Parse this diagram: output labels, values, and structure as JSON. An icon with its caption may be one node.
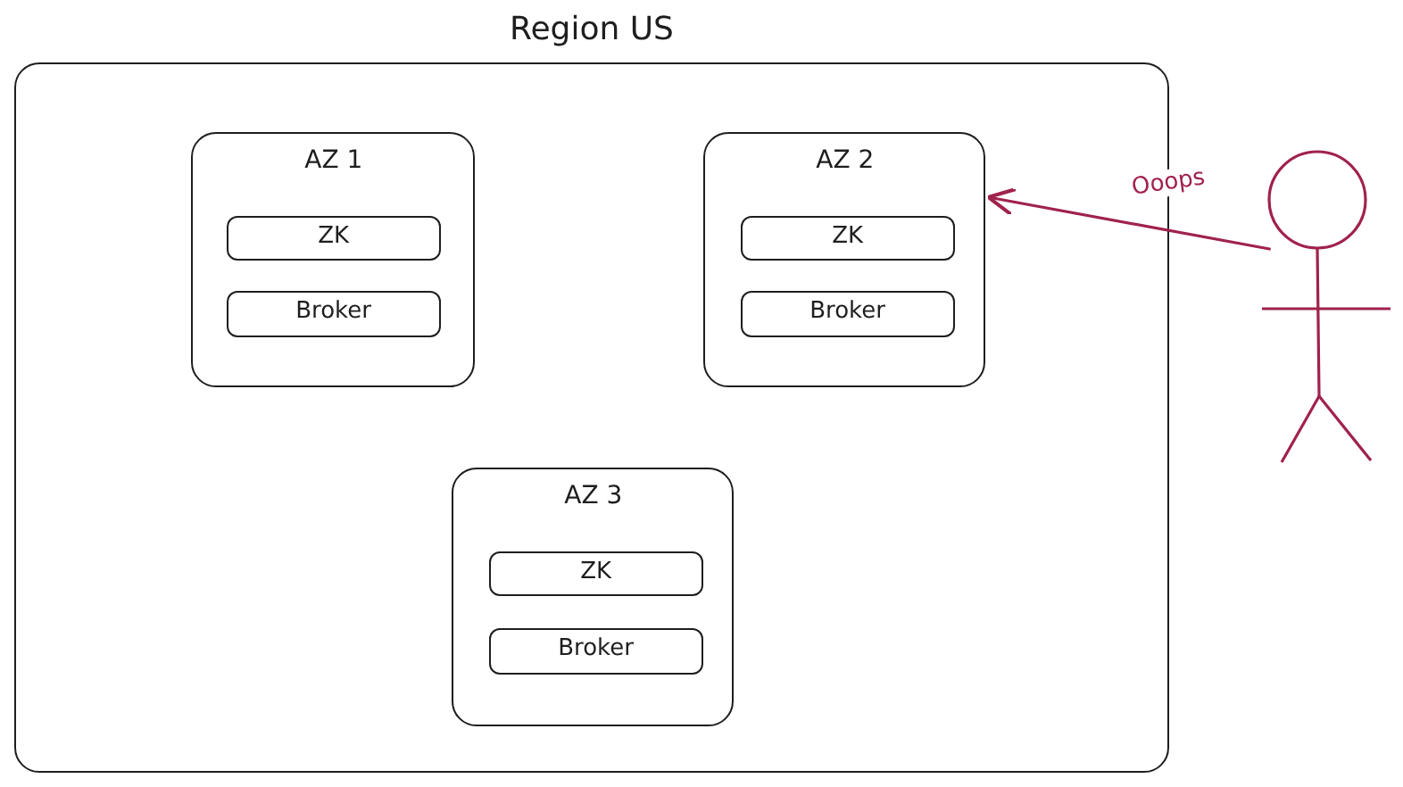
{
  "diagram": {
    "nodes": [
      {
        "text": [
          "Region US"
        ]
      },
      {
        "text": [
          "AZ 1"
        ],
        "in": 0
      },
      {
        "text": [
          "ZK"
        ],
        "in": 1
      },
      {
        "text": [
          "Broker"
        ],
        "in": 1
      },
      {
        "text": [
          "AZ 2"
        ],
        "in": 0
      },
      {
        "text": [
          "ZK"
        ],
        "in": 4
      },
      {
        "text": [
          "Broker"
        ],
        "in": 4
      },
      {
        "text": [
          "AZ 3"
        ],
        "in": 0
      },
      {
        "text": [
          "ZK"
        ],
        "in": 7
      },
      {
        "text": [
          "Broker"
        ],
        "in": 7
      },
      {
        "text": [],
        "shape": "person"
      }
    ],
    "edges": [
      {
        "from": 10,
        "to": 4,
        "arrow": "to",
        "label": "Ooops",
        "color": "#a0224a"
      }
    ]
  }
}
